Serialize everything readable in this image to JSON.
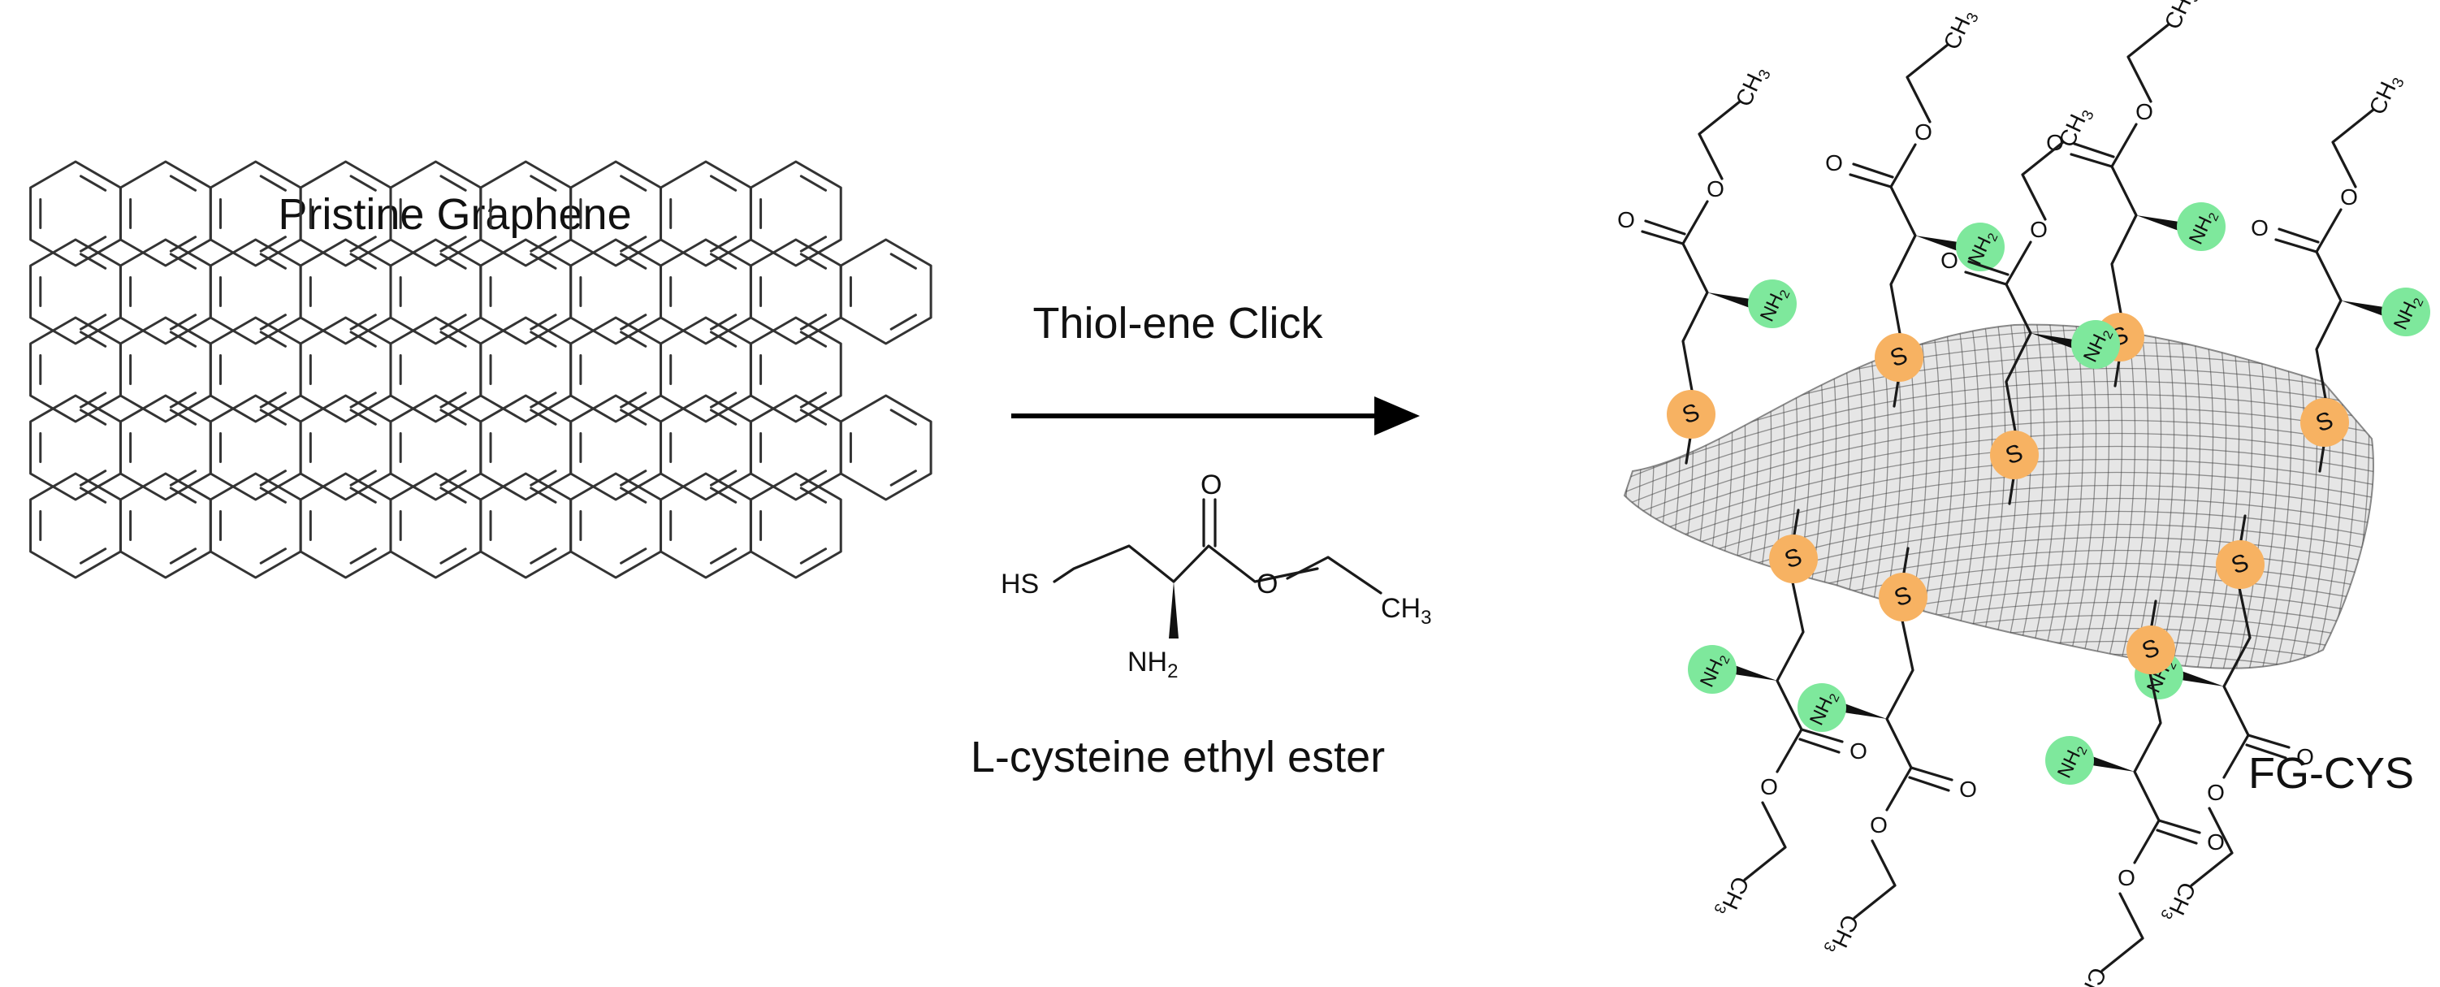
{
  "labels": {
    "left_title": "Pristine Graphene",
    "reaction_condition": "Thiol-ene Click",
    "reagent_name": "L-cysteine ethyl ester",
    "product_name": "FG-CYS"
  },
  "reagent_atoms": {
    "thiol": "HS",
    "carbonyl_o": "O",
    "ester_o": "O",
    "methyl": "CH",
    "methyl_sub": "3",
    "amine": "NH",
    "amine_sub": "2"
  },
  "product_atoms": {
    "sulfur": "S",
    "amine": "NH",
    "amine_sub": "2",
    "oxygen": "O",
    "methyl": "CH",
    "methyl_sub": "3"
  },
  "colors": {
    "sulfur_bead": "#f7b262",
    "amine_bead": "#7ee89c",
    "line": "#1a1a1a"
  }
}
